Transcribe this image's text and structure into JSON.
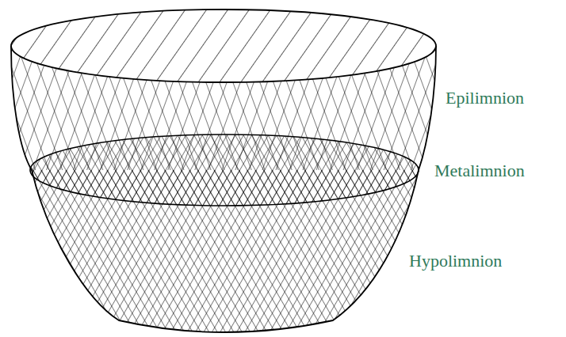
{
  "diagram": {
    "labels": [
      "Epilimnion",
      "Metalimnion",
      "Hypolimnion"
    ]
  }
}
